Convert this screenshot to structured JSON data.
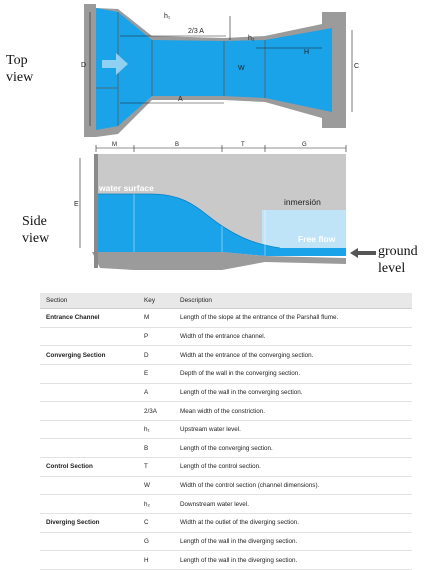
{
  "labels": {
    "top_view": [
      "Top",
      "view"
    ],
    "side_view": [
      "Side",
      "view"
    ],
    "ground_level": [
      "ground",
      "level"
    ]
  },
  "top_diagram": {
    "dims": {
      "h1": "h₁",
      "two_thirds_a": "2/3 A",
      "h2": "h₂",
      "d": "D",
      "w": "W",
      "a": "A",
      "h": "H",
      "c": "C"
    }
  },
  "side_diagram": {
    "segments": {
      "m": "M",
      "b": "B",
      "t": "T",
      "g": "G"
    },
    "e": "E",
    "water_surface": "water surface",
    "inmersion": "inmersión",
    "free_flow": "Free flow"
  },
  "colors": {
    "water": "#1aa3e8",
    "light_water": "#bfe4f7",
    "concrete": "#9b9b9b",
    "air_gray": "#c9c9c9",
    "arrow": "#8fd0f3"
  },
  "table": {
    "headers": [
      "Section",
      "Key",
      "Description"
    ],
    "rows": [
      {
        "section": "Entrance Channel",
        "key": "M",
        "desc": "Length of the slope at the entrance of the Parshall flume."
      },
      {
        "section": "",
        "key": "P",
        "desc": "Width of the entrance channel."
      },
      {
        "section": "Converging Section",
        "key": "D",
        "desc": "Width at the entrance of the converging section."
      },
      {
        "section": "",
        "key": "E",
        "desc": "Depth of the wall in the converging section."
      },
      {
        "section": "",
        "key": "A",
        "desc": "Length of the wall in the converging section."
      },
      {
        "section": "",
        "key": "2/3A",
        "desc": "Mean width of the constriction."
      },
      {
        "section": "",
        "key": "h₁",
        "desc": "Upstream water level."
      },
      {
        "section": "",
        "key": "B",
        "desc": "Length of the converging section."
      },
      {
        "section": "Control Section",
        "key": "T",
        "desc": "Length of the control section."
      },
      {
        "section": "",
        "key": "W",
        "desc": "Width of the control section (channel dimensions)."
      },
      {
        "section": "",
        "key": "h₂",
        "desc": "Downstream water level."
      },
      {
        "section": "Diverging Section",
        "key": "C",
        "desc": "Width at the outlet of the diverging section."
      },
      {
        "section": "",
        "key": "G",
        "desc": "Length of the wall in the diverging section."
      },
      {
        "section": "",
        "key": "H",
        "desc": "Length of the wall in the diverging section."
      }
    ]
  }
}
